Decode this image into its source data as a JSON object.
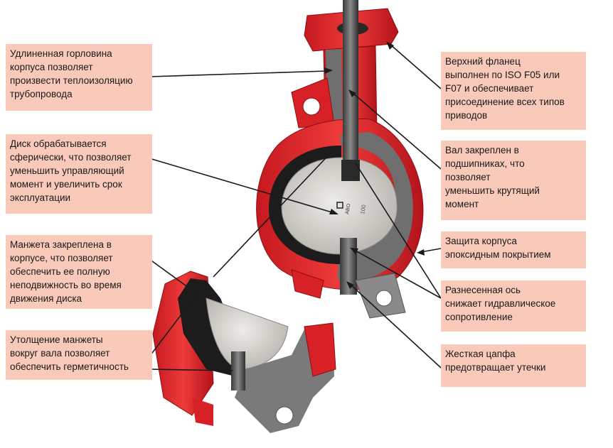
{
  "callouts": {
    "left_1": "Удлиненная горловина\nкорпуса позволяет\nпроизвести теплоизоляцию\nтрубопровода",
    "left_2": "Диск обрабатывается\nсферически, что позволяет\nуменьшить управляющий\nмомент и увеличить срок\nэксплуатации",
    "left_3": "Манжета закреплена в\nкорпусе, что позволяет\nобеспечить ее полную\nнеподвижность во время\nдвижения диска",
    "left_4": "Утолщение манжеты\nвокруг вала позволяет\nобеспечить герметичность",
    "right_1": "Верхний фланец\nвыполнен по ISO F05 или\nF07 и обеспечивает\nприсоединение всех типов\nприводов",
    "right_2": "Вал закреплен в\nподшипниках, что\nпозволяет\nуменьшить крутящий\nмомент",
    "right_3": "Защита корпуса\nэпоксидным покрытием",
    "right_4": "Разнесенная ось\nснижает гидравлическое\nсопротивление",
    "right_5": "Жесткая цапфа\nпредотвращает утечки"
  },
  "disc_marks": {
    "code": "ABO",
    "size": "100"
  },
  "colors": {
    "callout_bg": "#f9c9b9",
    "body_red": "#e0262b",
    "section_gray": "#6f6f6f",
    "liner_black": "#1c1c1c",
    "disc_silver": "#d6d3ce"
  }
}
